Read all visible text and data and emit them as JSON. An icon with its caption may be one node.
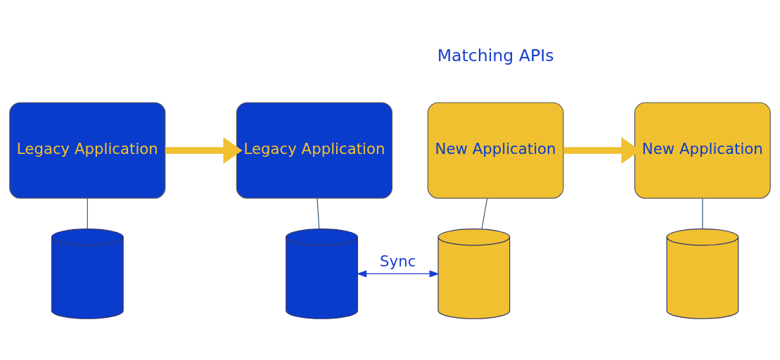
{
  "diagram": {
    "nodes": [
      {
        "text": [
          "Legacy Application"
        ]
      },
      {
        "text": [],
        "shape": "cylinder"
      },
      {
        "text": [
          "Legacy Application"
        ]
      },
      {
        "text": [
          "New Application"
        ]
      },
      {
        "text": [],
        "shape": "cylinder"
      },
      {
        "text": [],
        "shape": "cylinder"
      },
      {
        "text": [
          "New Application"
        ]
      },
      {
        "text": [],
        "shape": "cylinder"
      }
    ],
    "edges": [
      {
        "from": 0,
        "to": 1,
        "arrow": "none"
      },
      {
        "from": 2,
        "to": 4,
        "arrow": "none"
      },
      {
        "from": 3,
        "to": 5,
        "arrow": "none"
      },
      {
        "from": 6,
        "to": 7,
        "arrow": "none"
      },
      {
        "from": 4,
        "to": 5,
        "arrow": "both",
        "label": "Sync",
        "color": "#1a3fd0"
      },
      {
        "from": 0,
        "to": 2,
        "arrow": "to",
        "style": "thick",
        "color": "#f0c030"
      },
      {
        "from": 3,
        "to": 6,
        "arrow": "to",
        "style": "thick",
        "color": "#f0c030"
      }
    ],
    "labels": [
      "Matching APIs"
    ]
  }
}
